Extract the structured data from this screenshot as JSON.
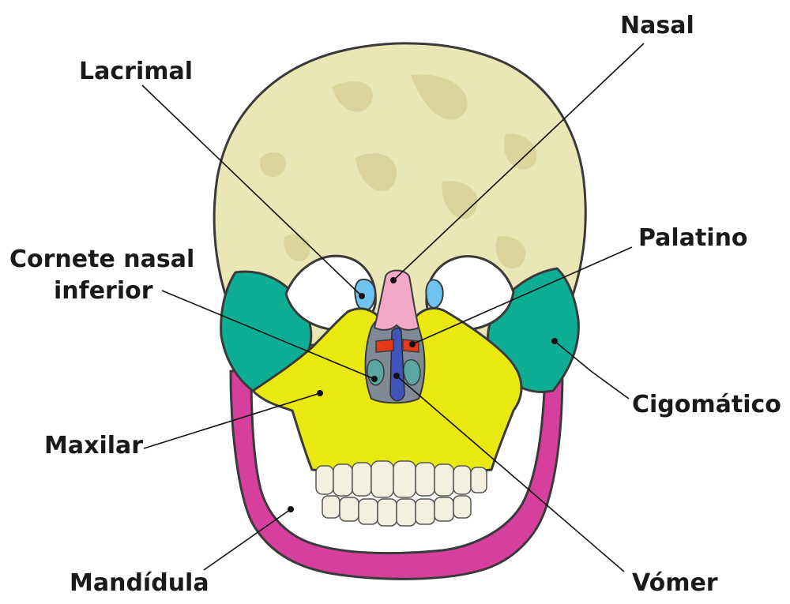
{
  "labels": {
    "nasal": "Nasal",
    "lacrimal": "Lacrimal",
    "cornete_line1": "Cornete nasal",
    "cornete_line2": "inferior",
    "palatino": "Palatino",
    "cigomatico": "Cigomático",
    "maxilar": "Maxilar",
    "mandidula": "Mandídula",
    "vomer": "Vómer"
  },
  "colors": {
    "cranium": "#ebe6b5",
    "cranium_shade": "#d9cf96",
    "zygomatic": "#0eae95",
    "maxilla": "#e9e80f",
    "mandible": "#d63f9e",
    "nasal": "#f2a9c8",
    "lacrimal": "#6ec3f0",
    "palatine": "#e6391b",
    "vomer": "#3f56b8",
    "inferior_concha": "#5aa6a2",
    "teeth": "#f3f0e0"
  }
}
